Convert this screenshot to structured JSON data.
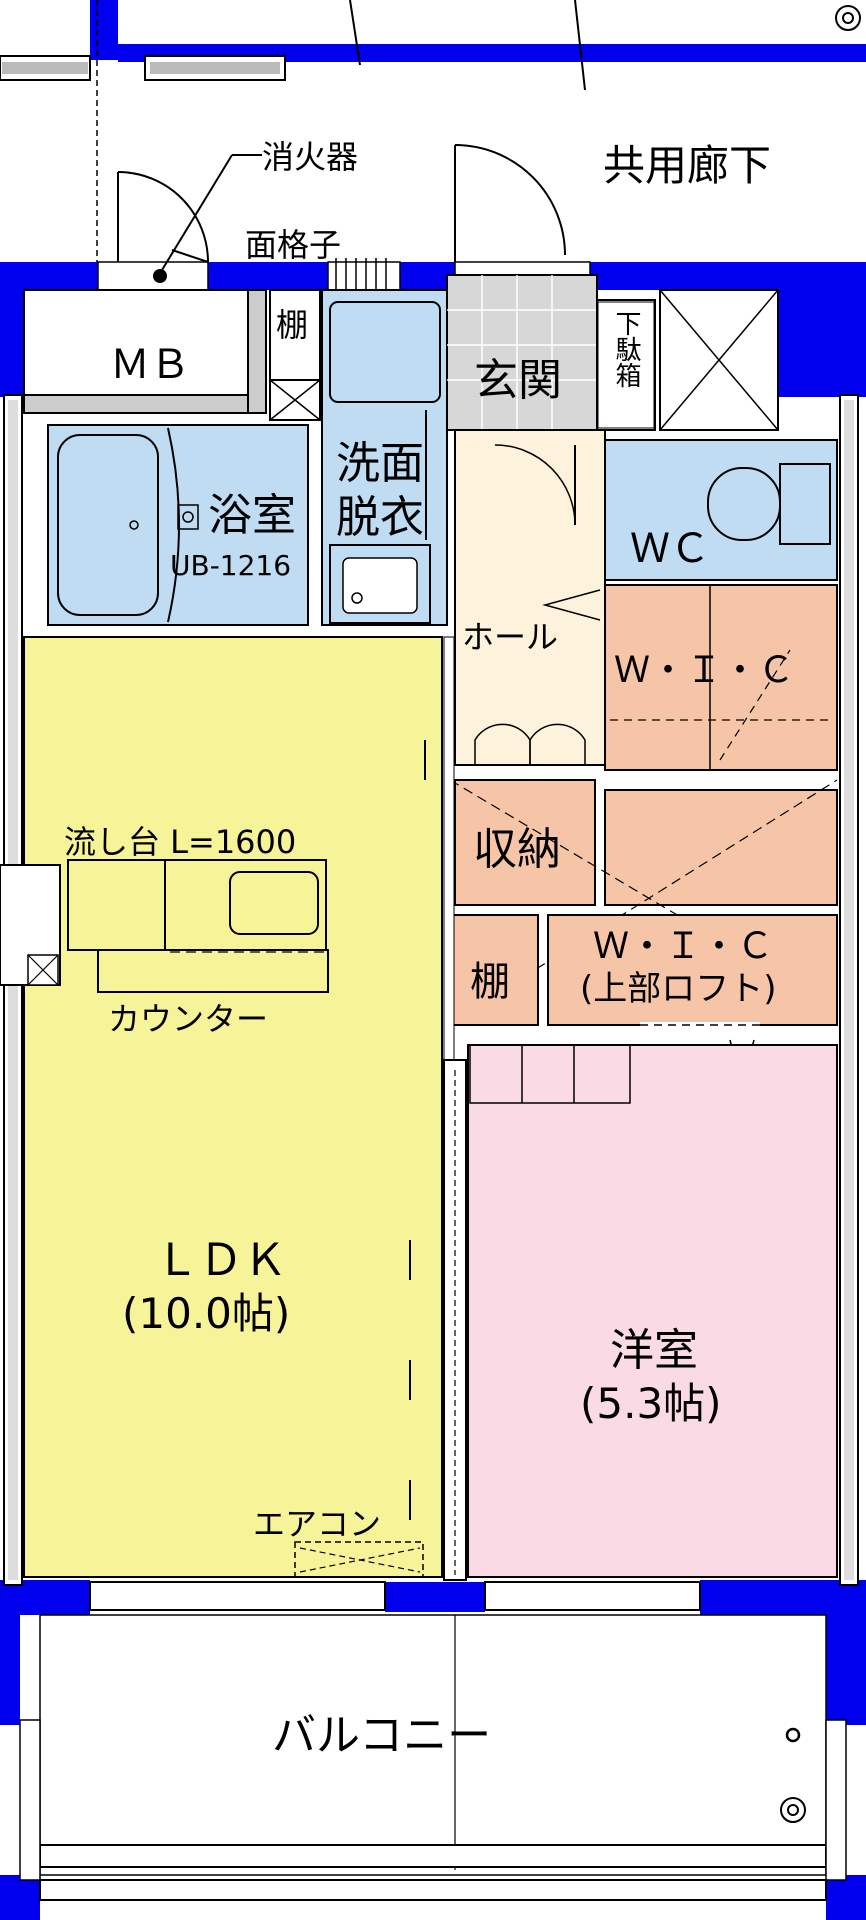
{
  "rooms": {
    "corridor": "共用廊下",
    "extinguisher": "消火器",
    "grille": "面格子",
    "mb": "ＭＢ",
    "shelf_top": "棚",
    "entrance": "玄関",
    "shoe_box": "下駄箱",
    "bath": "浴室",
    "bath_model": "UB-1216",
    "washroom_1": "洗面",
    "washroom_2": "脱衣",
    "wc": "ＷＣ",
    "hall": "ホール",
    "wic_1": "Ｗ・Ｉ・Ｃ",
    "storage": "収納",
    "shelf_mid": "棚",
    "wic_2": "Ｗ・Ｉ・Ｃ",
    "wic_2_note": "(上部ロフト)",
    "sink": "流し台 L=1600",
    "counter": "カウンター",
    "ldk": "ＬＤＫ",
    "ldk_size": "(10.0帖)",
    "western": "洋室",
    "western_size": "(5.3帖)",
    "aircon": "エアコン",
    "balcony": "バルコニー"
  },
  "colors": {
    "wall": "#0000ee",
    "ldk": "#f7f399",
    "western": "#fadbe5",
    "wet": "#bfdcf3",
    "hall": "#fdf3dc",
    "closet": "#f6c5a8",
    "entrance": "#d7d7d7"
  }
}
